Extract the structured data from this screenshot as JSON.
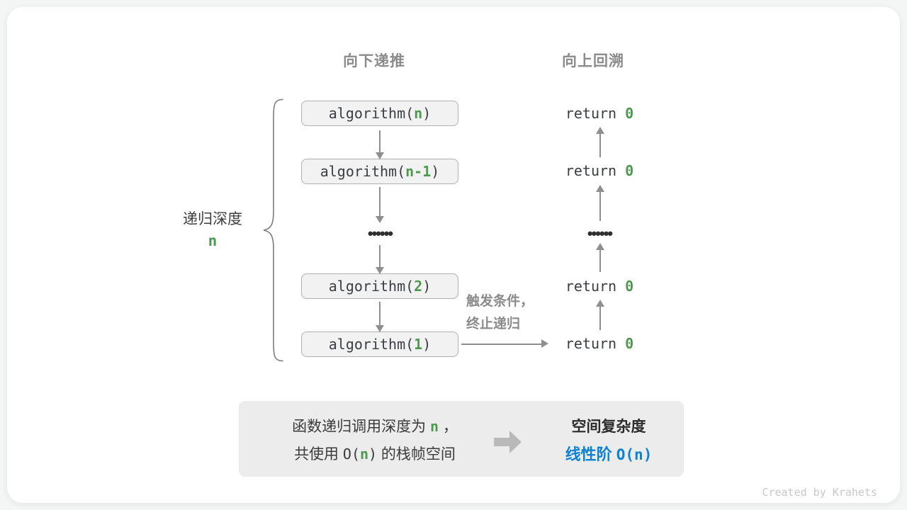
{
  "headers": {
    "down": "向下递推",
    "up": "向上回溯"
  },
  "depth": {
    "label": "递归深度",
    "var": "n"
  },
  "calls": [
    {
      "pre": "algorithm(",
      "arg": "n",
      "post": ")"
    },
    {
      "pre": "algorithm(",
      "arg": "n-1",
      "post": ")"
    },
    {
      "pre": "algorithm(",
      "arg": "2",
      "post": ")"
    },
    {
      "pre": "algorithm(",
      "arg": "1",
      "post": ")"
    }
  ],
  "returns": [
    {
      "pre": "return ",
      "val": "0"
    },
    {
      "pre": "return ",
      "val": "0"
    },
    {
      "pre": "return ",
      "val": "0"
    },
    {
      "pre": "return ",
      "val": "0"
    }
  ],
  "dots": "••••••",
  "trigger": {
    "line1": "触发条件，",
    "line2": "终止递归"
  },
  "summary": {
    "l1_pre": "函数递归调用深度为 ",
    "l1_var": "n",
    "l1_post": " ，",
    "l2_pre": "共使用 ",
    "l2_code_pre": "O(",
    "l2_var": "n",
    "l2_code_post": ")",
    "l2_post": " 的栈帧空间",
    "right_title": "空间复杂度",
    "right_value_cn": "线性阶 ",
    "right_value_code": "O(n)"
  },
  "credit": "Created by Krahets",
  "colors": {
    "green_accent": "#4e9950",
    "blue_accent": "#0d82d4",
    "gray_label": "#8b8b8b",
    "arrow": "#8f8f8f",
    "box_fill": "#f2f2f2",
    "box_border": "#b0b0b0",
    "summary_bg": "#ececec",
    "card_bg": "#ffffff",
    "page_bg": "#f4f5f5"
  }
}
